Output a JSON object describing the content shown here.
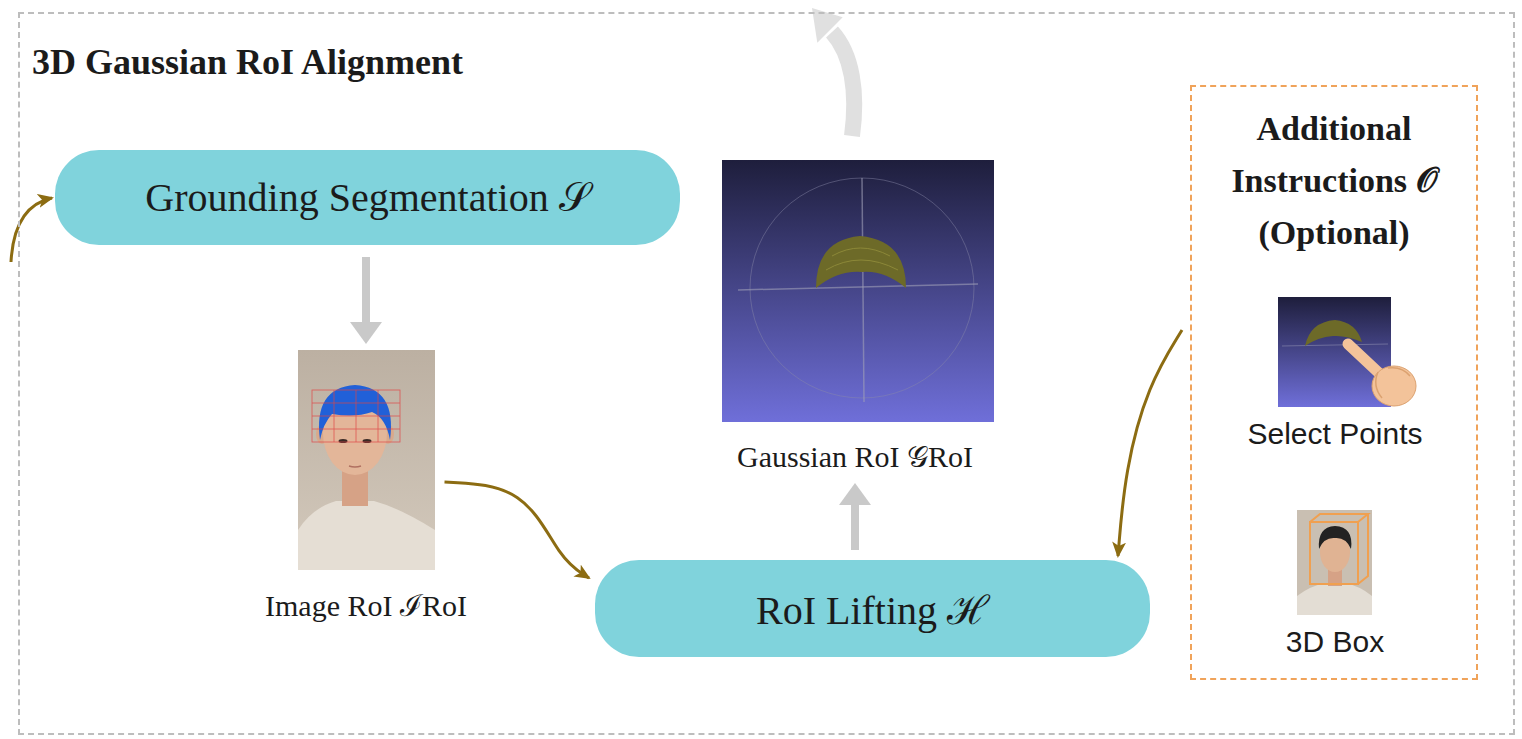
{
  "diagram": {
    "nodes": [
      {
        "text": [
          "3D Gaussian RoI Alignment"
        ]
      },
      {
        "text": [
          "Grounding Segmentation 𝒮"
        ],
        "in": 0
      },
      {
        "text": [
          "Image RoI ℐRoI"
        ],
        "in": 0
      },
      {
        "text": [
          "RoI Lifting ℋ"
        ],
        "in": 0
      },
      {
        "text": [
          "Gaussian RoI 𝒢RoI"
        ],
        "in": 0
      },
      {
        "text": [
          "Additional Instructions 𝒪 (Optional)"
        ],
        "in": 0
      },
      {
        "text": [
          "Select Points"
        ],
        "in": 5
      },
      {
        "text": [
          "3D Box"
        ],
        "in": 5
      }
    ],
    "edges": [
      {
        "from": 1,
        "to": 2,
        "arrow": "to"
      },
      {
        "from": 2,
        "to": 3,
        "arrow": "to"
      },
      {
        "from": 3,
        "to": 4,
        "arrow": "to"
      },
      {
        "from": 5,
        "to": 3,
        "arrow": "to"
      }
    ]
  }
}
